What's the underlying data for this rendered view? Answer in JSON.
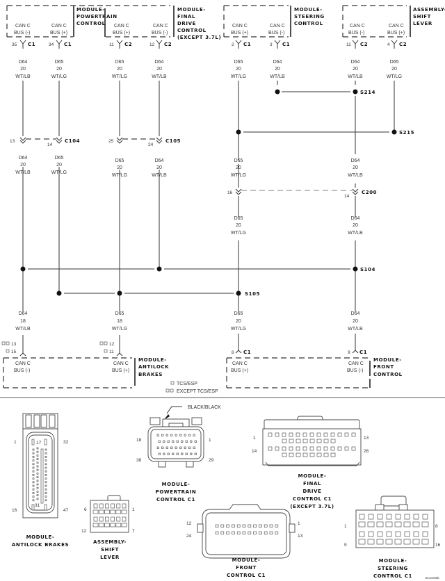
{
  "modules": {
    "pcm": {
      "title": [
        "MODULE-",
        "POWERTRAIN",
        "CONTROL"
      ],
      "pins": [
        {
          "label": [
            "CAN C",
            "BUS (-)"
          ],
          "pin": "35",
          "conn": "C1"
        },
        {
          "label": [
            "CAN C",
            "BUS (+)"
          ],
          "pin": "34",
          "conn": "C1"
        }
      ]
    },
    "fdcm": {
      "title": [
        "MODULE-",
        "FINAL",
        "DRIVE",
        "CONTROL",
        "(EXCEPT 3.7L)"
      ],
      "pins": [
        {
          "label": [
            "CAN C",
            "BUS (+)"
          ],
          "pin": "11",
          "conn": "C2"
        },
        {
          "label": [
            "CAN C",
            "BUS (-)"
          ],
          "pin": "12",
          "conn": "C2"
        }
      ]
    },
    "scm": {
      "title": [
        "MODULE-",
        "STEERING",
        "CONTROL"
      ],
      "pins": [
        {
          "label": [
            "CAN C",
            "BUS (+)"
          ],
          "pin": "2",
          "conn": "C1"
        },
        {
          "label": [
            "CAN C",
            "BUS (-)"
          ],
          "pin": "3",
          "conn": "C1"
        }
      ]
    },
    "shift": {
      "title": [
        "ASSEMBLY-",
        "SHIFT",
        "LEVER"
      ],
      "pins": [
        {
          "label": [
            "CAN C",
            "BUS (-)"
          ],
          "pin": "11",
          "conn": "C2"
        },
        {
          "label": [
            "CAN C",
            "BUS (+)"
          ],
          "pin": "4",
          "conn": "C2"
        }
      ]
    },
    "abs": {
      "title": [
        "MODULE-",
        "ANTILOCK",
        "BRAKES"
      ],
      "pins": [
        {
          "label": [
            "CAN C",
            "BUS (-)"
          ],
          "pin_a": "13",
          "pin_b": "15"
        },
        {
          "label": [
            "CAN C",
            "BUS (+)"
          ],
          "pin_a": "12",
          "pin_b": "11"
        }
      ]
    },
    "fcm": {
      "title": [
        "MODULE-",
        "FRONT",
        "CONTROL"
      ],
      "pins": [
        {
          "label": [
            "CAN C",
            "BUS (+)"
          ],
          "pin": "8",
          "conn": "C1"
        },
        {
          "label": [
            "CAN C",
            "BUS (-)"
          ],
          "pin": "9",
          "conn": "C1"
        }
      ]
    }
  },
  "wires": {
    "d64_20": [
      "D64",
      "20",
      "WT/LB"
    ],
    "d65_20": [
      "D65",
      "20",
      "WT/LG"
    ],
    "d64_18": [
      "D64",
      "18",
      "WT/LB"
    ],
    "d65_18": [
      "D65",
      "18",
      "WT/LG"
    ]
  },
  "inline_connectors": {
    "c104": {
      "name": "C104",
      "pins": [
        "13",
        "14"
      ]
    },
    "c105": {
      "name": "C105",
      "pins": [
        "25",
        "24"
      ]
    },
    "c200": {
      "name": "C200",
      "pins": [
        "16",
        "14"
      ]
    }
  },
  "splices": [
    "S214",
    "S215",
    "S104",
    "S105"
  ],
  "legend": {
    "tcs": "TCS/ESP",
    "except_tcs": "EXCEPT TCS/ESP"
  },
  "connector_views": {
    "abs": {
      "title": [
        "MODULE-",
        "ANTILOCK BRAKES"
      ],
      "pins": [
        "1",
        "32",
        "17",
        "31",
        "16",
        "47"
      ]
    },
    "pcm": {
      "title": [
        "MODULE-",
        "POWERTRAIN",
        "CONTROL C1"
      ],
      "callout": "BLACK/BLACK",
      "pins": [
        "18",
        "1",
        "38",
        "29"
      ]
    },
    "fdcm": {
      "title": [
        "MODULE-",
        "FINAL",
        "DRIVE",
        "CONTROL C1",
        "(EXCEPT 3.7L)"
      ],
      "pins": [
        "1",
        "13",
        "14",
        "26"
      ]
    },
    "shift": {
      "title": [
        "ASSEMBLY-",
        "SHIFT",
        "LEVER"
      ],
      "pins": [
        "6",
        "1",
        "12",
        "7"
      ]
    },
    "fcm": {
      "title": [
        "MODULE-",
        "FRONT",
        "CONTROL C1"
      ],
      "pins": [
        "12",
        "1",
        "24",
        "13"
      ]
    },
    "scm": {
      "title": [
        "MODULE-",
        "STEERING",
        "CONTROL C1"
      ],
      "pins": [
        "1",
        "8",
        "9",
        "16"
      ]
    }
  },
  "figure_id": "814ce83b"
}
